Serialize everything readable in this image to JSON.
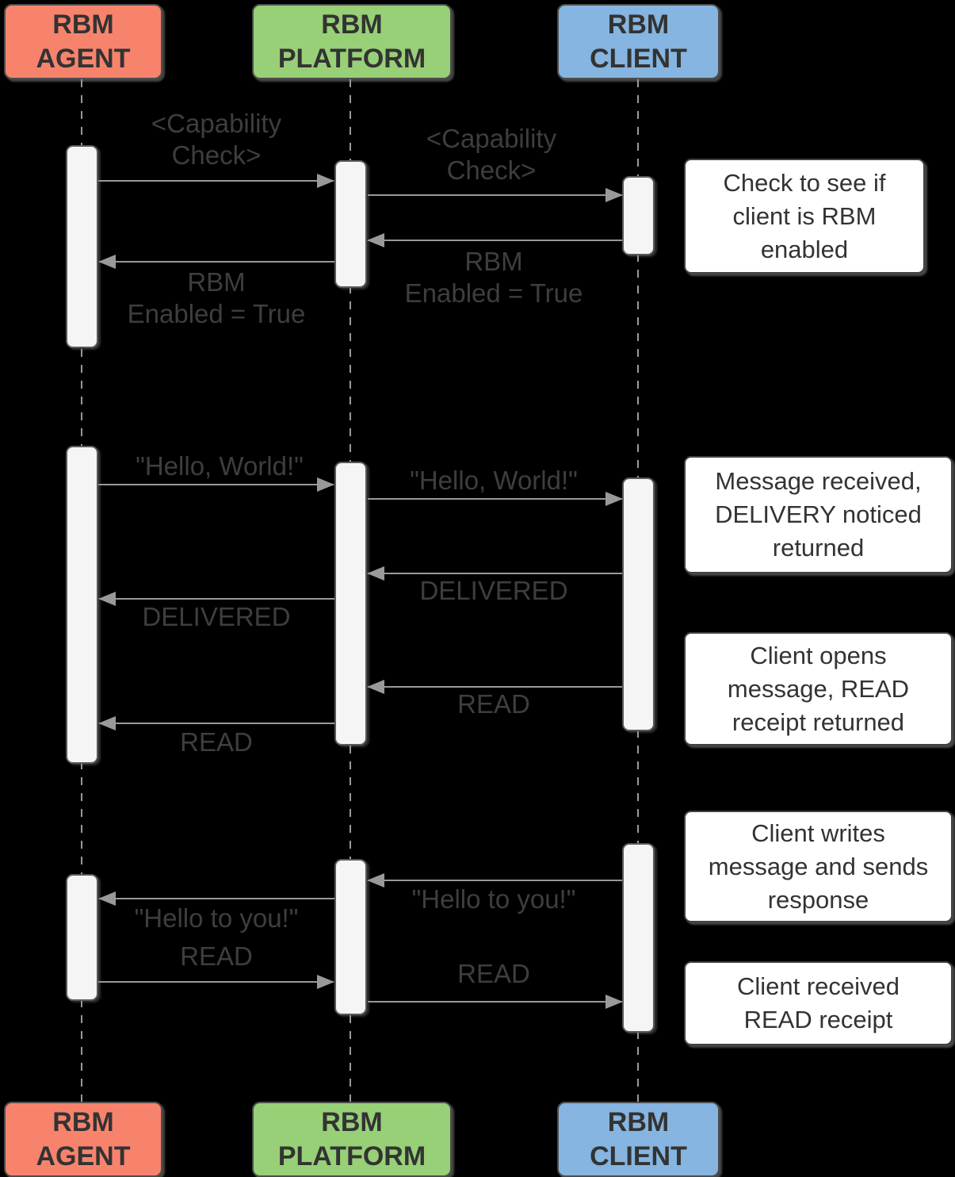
{
  "actors": [
    {
      "label": "RBM\nAGENT",
      "fill": "#F8836D"
    },
    {
      "label": "RBM\nPLATFORM",
      "fill": "#97D077"
    },
    {
      "label": "RBM\nCLIENT",
      "fill": "#85B5E0"
    }
  ],
  "messages": [
    {
      "from": "RBM AGENT",
      "to": "RBM PLATFORM",
      "label": "<Capability\nCheck>"
    },
    {
      "from": "RBM PLATFORM",
      "to": "RBM CLIENT",
      "label": "<Capability\nCheck>"
    },
    {
      "from": "RBM CLIENT",
      "to": "RBM PLATFORM",
      "label": "RBM\nEnabled = True"
    },
    {
      "from": "RBM PLATFORM",
      "to": "RBM AGENT",
      "label": "RBM\nEnabled = True"
    },
    {
      "from": "RBM AGENT",
      "to": "RBM PLATFORM",
      "label": "\"Hello, World!\""
    },
    {
      "from": "RBM PLATFORM",
      "to": "RBM CLIENT",
      "label": "\"Hello, World!\""
    },
    {
      "from": "RBM CLIENT",
      "to": "RBM PLATFORM",
      "label": "DELIVERED"
    },
    {
      "from": "RBM PLATFORM",
      "to": "RBM AGENT",
      "label": "DELIVERED"
    },
    {
      "from": "RBM CLIENT",
      "to": "RBM PLATFORM",
      "label": "READ"
    },
    {
      "from": "RBM PLATFORM",
      "to": "RBM AGENT",
      "label": "READ"
    },
    {
      "from": "RBM CLIENT",
      "to": "RBM PLATFORM",
      "label": "\"Hello to you!\""
    },
    {
      "from": "RBM PLATFORM",
      "to": "RBM AGENT",
      "label": "\"Hello to you!\""
    },
    {
      "from": "RBM AGENT",
      "to": "RBM PLATFORM",
      "label": "READ"
    },
    {
      "from": "RBM PLATFORM",
      "to": "RBM CLIENT",
      "label": "READ"
    }
  ],
  "annotations": [
    {
      "text": "Check to see if\nclient is RBM\nenabled"
    },
    {
      "text": "Message received,\nDELIVERY noticed\nreturned"
    },
    {
      "text": "Client opens\nmessage, READ\nreceipt returned"
    },
    {
      "text": "Client writes\nmessage and sends\nresponse"
    },
    {
      "text": "Client received\nREAD receipt"
    }
  ],
  "colors": {
    "background": "#000000",
    "agent_fill": "#F8836D",
    "platform_fill": "#97D077",
    "client_fill": "#85B5E0",
    "line": "#999999",
    "activation_fill": "#F5F5F5",
    "activation_border": "#595959",
    "note_background": "#FFFFFF",
    "text": "#333333",
    "label_text": "#3E3E3E"
  }
}
